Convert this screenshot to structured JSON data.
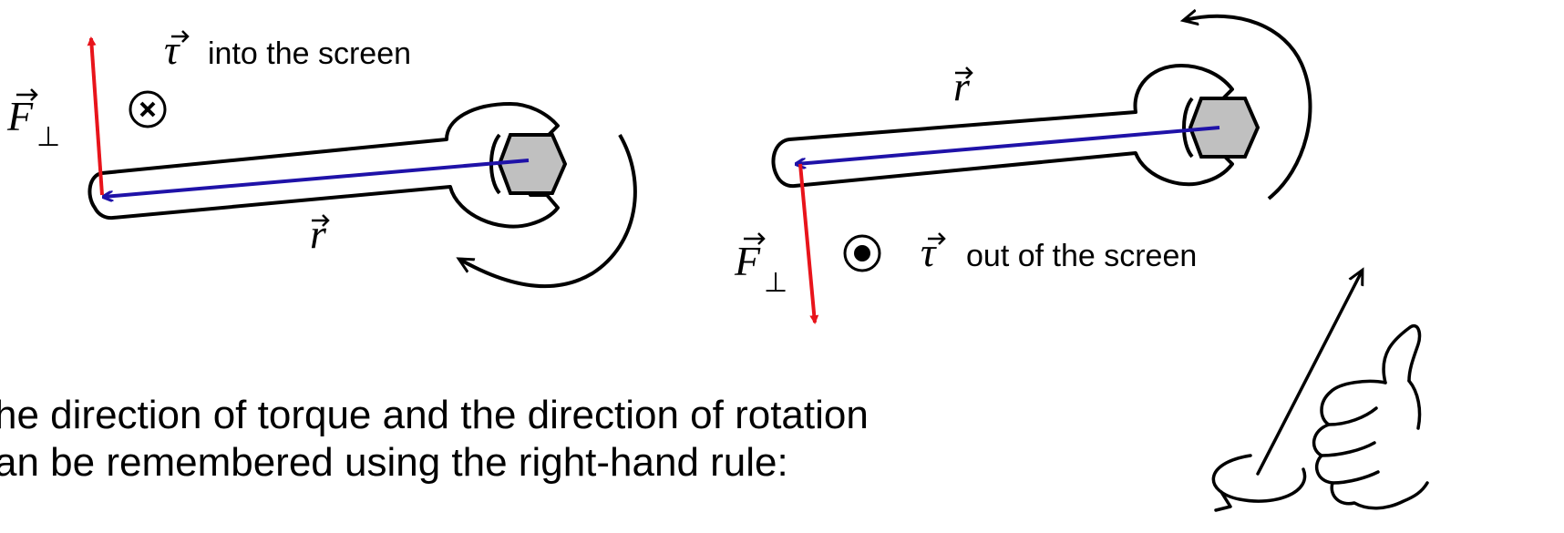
{
  "left_diagram": {
    "force_symbol": "F",
    "force_subscript": "⊥",
    "tau_symbol": "τ",
    "tau_caption": "into the screen",
    "r_symbol": "r",
    "direction_symbol": "into-screen-icon"
  },
  "right_diagram": {
    "force_symbol": "F",
    "force_subscript": "⊥",
    "tau_symbol": "τ",
    "tau_caption": "out of the screen",
    "r_symbol": "r",
    "direction_symbol": "out-of-screen-icon"
  },
  "footer": {
    "line1": "he direction of torque and the direction of rotation",
    "line2": "an be remembered using the right-hand rule:"
  },
  "colors": {
    "force": "#e8141b",
    "radius": "#1f12a8",
    "nut": "#c0c0c0",
    "outline": "#000000"
  }
}
